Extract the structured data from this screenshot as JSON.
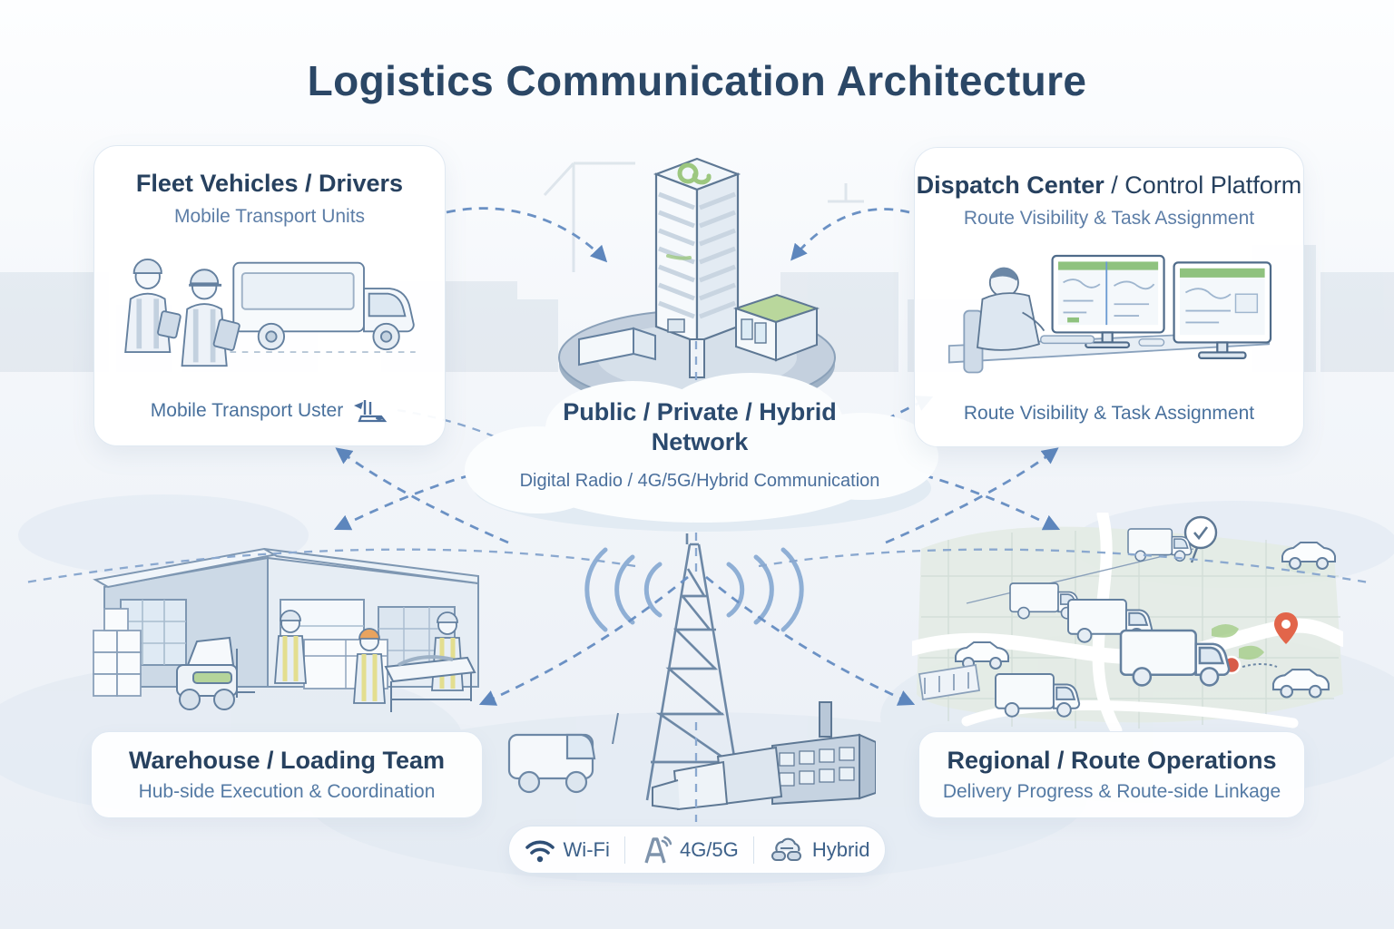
{
  "title": "Logistics Communication Architecture",
  "cards": {
    "fleet": {
      "title": "Fleet Vehicles / Drivers",
      "subtitle": "Mobile Transport Units",
      "footer": "Mobile Transport Uster",
      "footer_icon": "laptop-cursor-icon"
    },
    "dispatch": {
      "title_bold": "Dispatch Center",
      "title_rest": " / Control Platform",
      "subtitle": "Route Visibility & Task Assignment",
      "footer": "Route Visibility & Task Assignment"
    },
    "warehouse": {
      "title": "Warehouse / Loading Team",
      "subtitle": "Hub-side Execution & Coordination"
    },
    "regional": {
      "title": "Regional / Route Operations",
      "subtitle": "Delivery Progress & Route-side Linkage"
    }
  },
  "network": {
    "title_line1": "Public / Private / Hybrid",
    "title_line2": "Network",
    "subtitle": "Digital Radio / 4G/5G/Hybrid Communication"
  },
  "legend": {
    "items": [
      {
        "icon": "wifi-icon",
        "label": "Wi-Fi"
      },
      {
        "icon": "cell-tower-icon",
        "label": "4G/5G"
      },
      {
        "icon": "hybrid-cloud-icon",
        "label": "Hybrid"
      }
    ]
  },
  "colors": {
    "background": "#f1f5f9",
    "card_bg": "#ffffff",
    "title_text": "#2b4766",
    "subtitle_text": "#5d7ea7",
    "arrow": "#6b91c4",
    "green_accent": "#a9cf8e",
    "platform_disc": "#c3cfdd",
    "pin_red": "#e2654a"
  }
}
